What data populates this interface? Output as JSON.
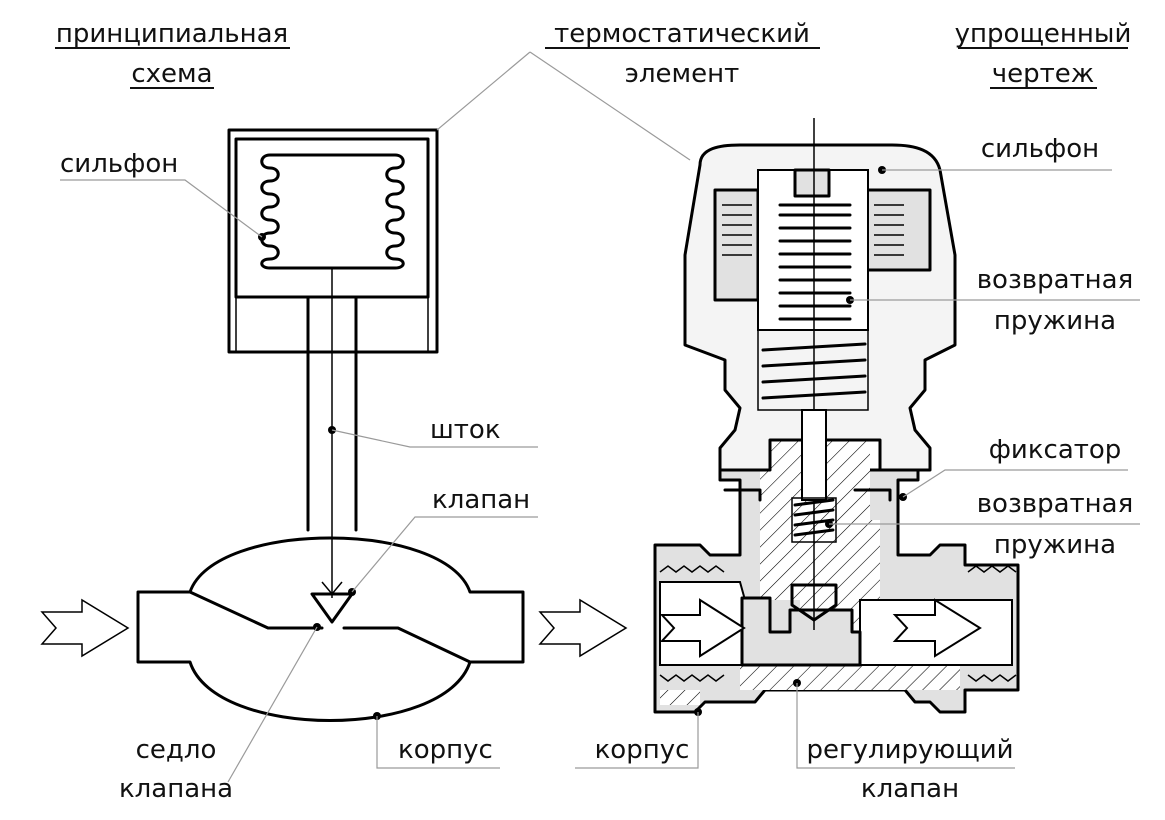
{
  "titles": {
    "principal_line1": "принципиальная",
    "principal_line2": "схема",
    "thermo_line1": "термостатический",
    "thermo_line2": "элемент",
    "simplified_line1": "упрощенный",
    "simplified_line2": "чертеж"
  },
  "left_labels": {
    "bellows": "сильфон",
    "stem": "шток",
    "valve": "клапан",
    "seat_line1": "седло",
    "seat_line2": "клапана",
    "body": "корпус"
  },
  "right_labels": {
    "bellows": "сильфон",
    "return_spring_1_line1": "возвратная",
    "return_spring_1_line2": "пружина",
    "retainer": "фиксатор",
    "return_spring_2_line1": "возвратная",
    "return_spring_2_line2": "пружина",
    "body": "корпус",
    "control_valve_line1": "регулирующий",
    "control_valve_line2": "клапан"
  },
  "colors": {
    "line": "#000000",
    "leader": "#9a9a9a",
    "body_fill": "#e1e1e1",
    "cap_fill": "#f4f4f4"
  },
  "icons": [
    "flow-arrow-icon"
  ]
}
